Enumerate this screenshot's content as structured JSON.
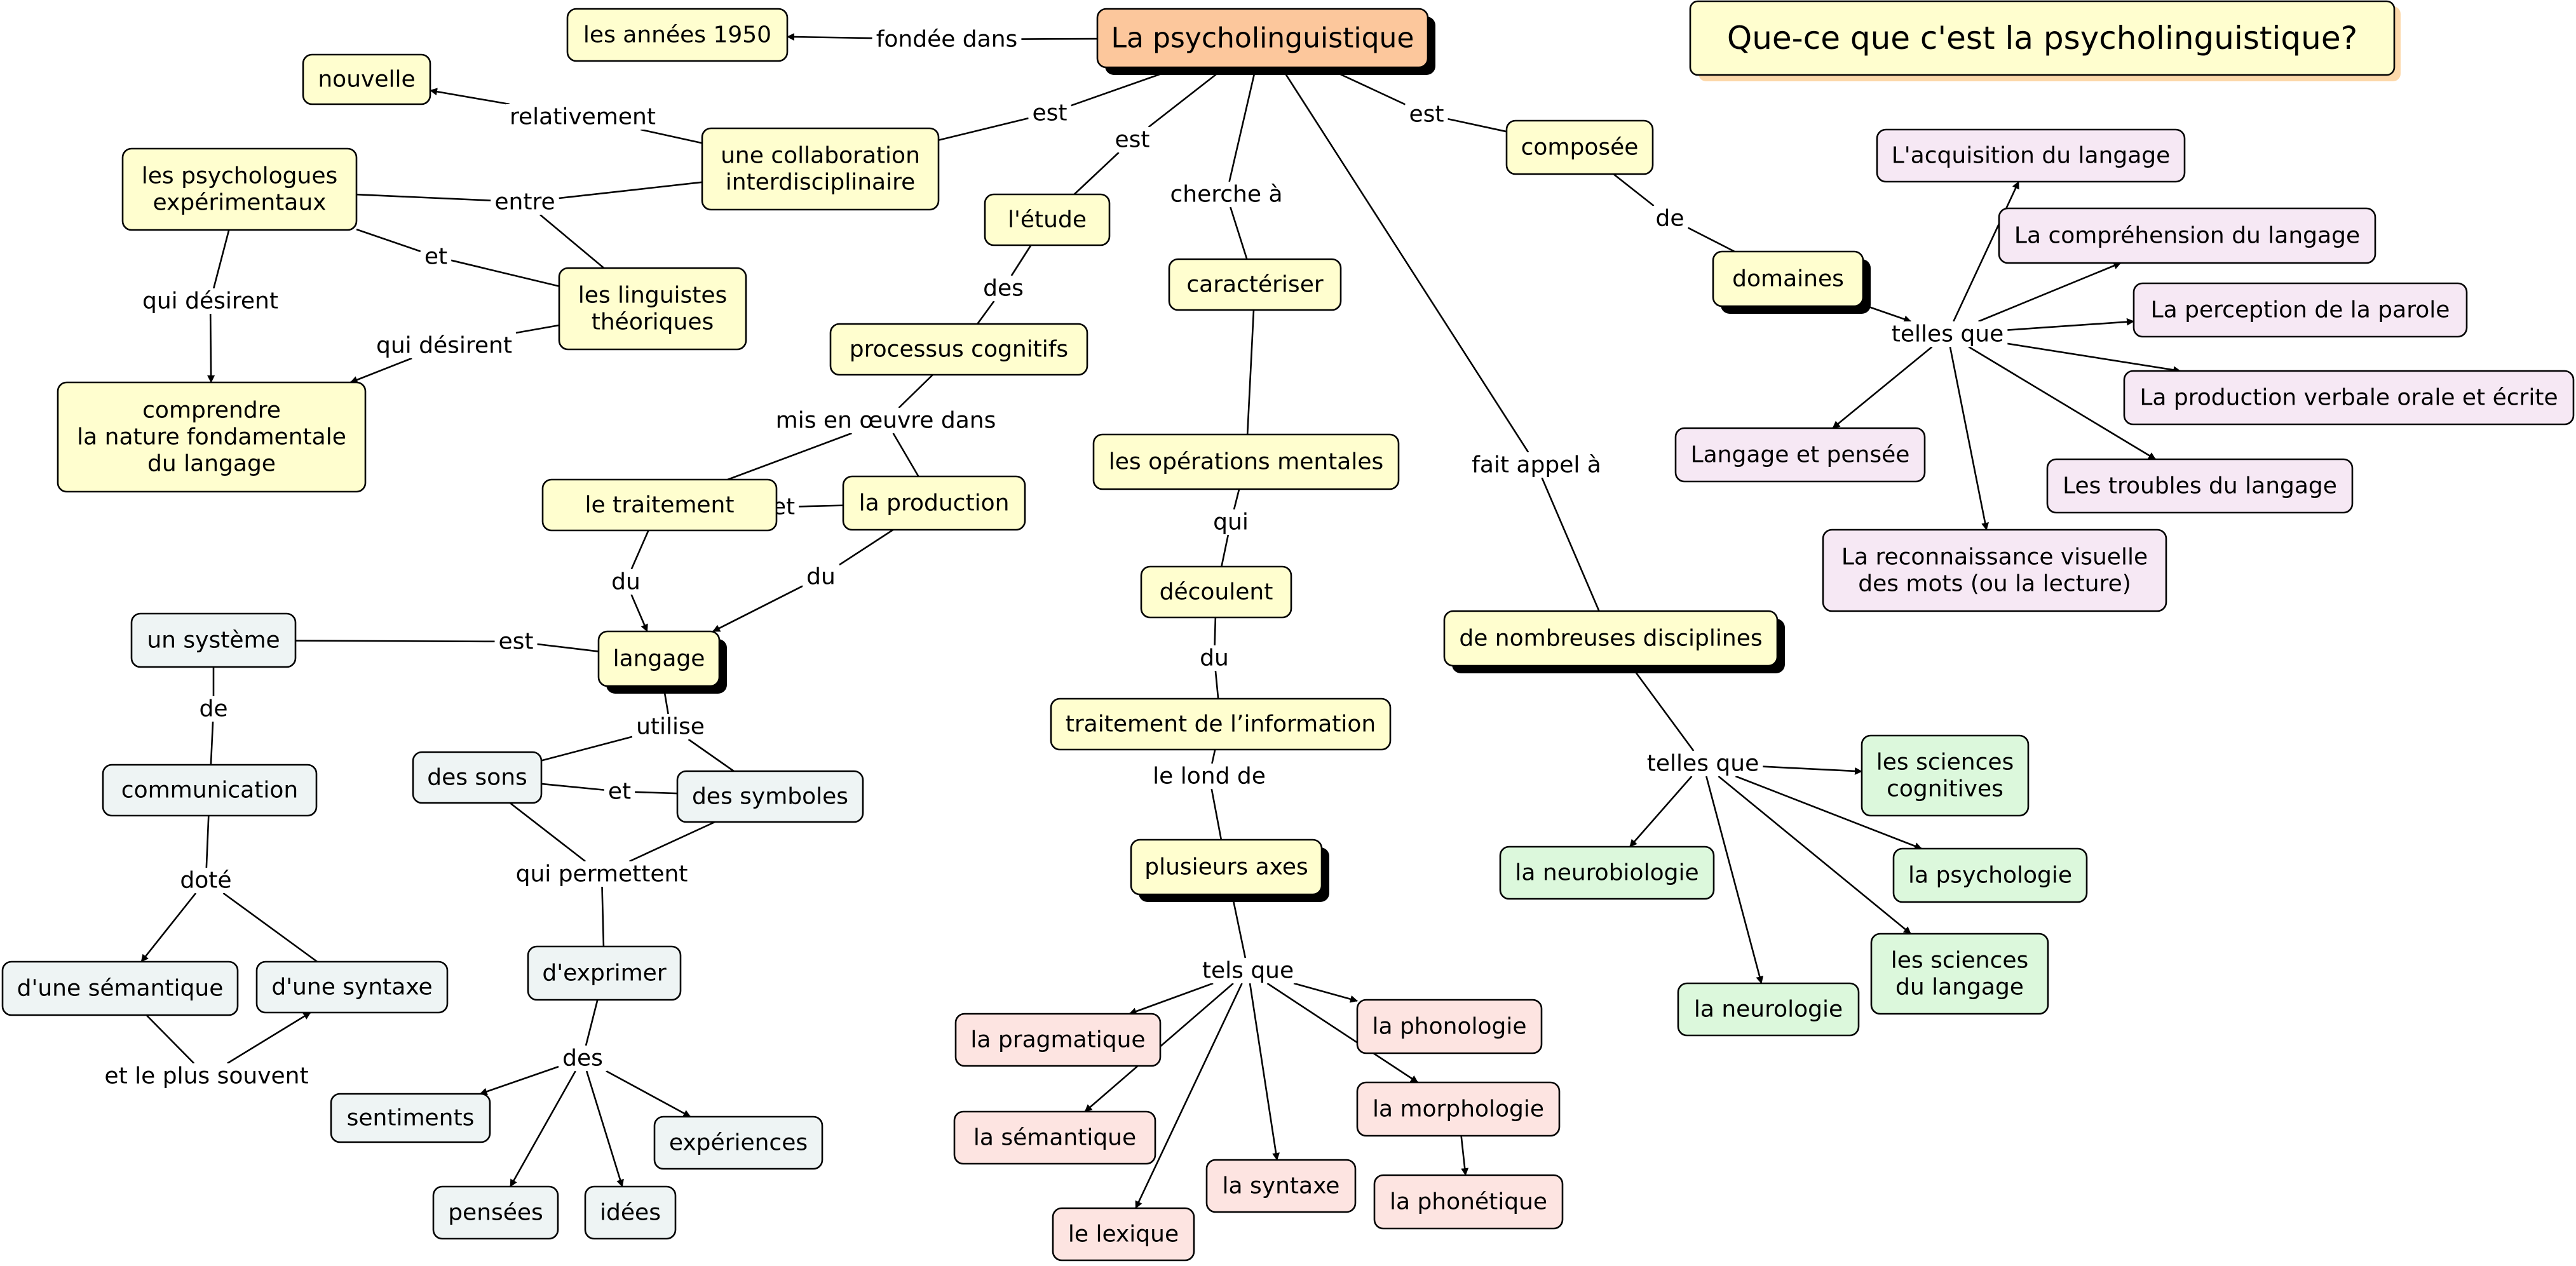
{
  "title": "Que-ce que c'est la psycholinguistique?",
  "colors": {
    "root": "#fcc79c",
    "yellow": "#fffecf",
    "title": "#fffecf",
    "pink": "#fde4e1",
    "lavender": "#f6e8f4",
    "green": "#dcf8dc",
    "blueGrey": "#eef4f4",
    "shadow": "#000000",
    "titleShadow": "#fcd8aa"
  },
  "concepts": [
    {
      "id": "root",
      "text": "La psycholinguistique",
      "color": "root",
      "shadow": true
    },
    {
      "id": "annees",
      "text": "les années 1950",
      "color": "yellow"
    },
    {
      "id": "nouvelle",
      "text": "nouvelle",
      "color": "yellow"
    },
    {
      "id": "collab",
      "text": "une collaboration\ninterdisciplinaire",
      "color": "yellow"
    },
    {
      "id": "psycho_exp",
      "text": "les psychologues\nexpérimentaux",
      "color": "yellow"
    },
    {
      "id": "linguistes",
      "text": "les linguistes\nthéoriques",
      "color": "yellow"
    },
    {
      "id": "comprendre",
      "text": "comprendre\nla nature fondamentale\ndu langage",
      "color": "yellow"
    },
    {
      "id": "etude",
      "text": "l'étude",
      "color": "yellow"
    },
    {
      "id": "processus",
      "text": "processus cognitifs",
      "color": "yellow"
    },
    {
      "id": "traitement",
      "text": "le traitement",
      "color": "yellow"
    },
    {
      "id": "production",
      "text": "la production",
      "color": "yellow"
    },
    {
      "id": "langage",
      "text": "langage",
      "color": "yellow",
      "shadow": true
    },
    {
      "id": "caracteriser",
      "text": "caractériser",
      "color": "yellow"
    },
    {
      "id": "operations",
      "text": "les opérations mentales",
      "color": "yellow"
    },
    {
      "id": "decoulent",
      "text": "découlent",
      "color": "yellow"
    },
    {
      "id": "traitement_info",
      "text": "traitement de l’information",
      "color": "yellow"
    },
    {
      "id": "axes",
      "text": "plusieurs axes",
      "color": "yellow",
      "shadow": true
    },
    {
      "id": "composee",
      "text": "composée",
      "color": "yellow"
    },
    {
      "id": "domaines",
      "text": "domaines",
      "color": "yellow",
      "shadow": true
    },
    {
      "id": "disciplines",
      "text": "de nombreuses disciplines",
      "color": "yellow",
      "shadow": true
    },
    {
      "id": "systeme",
      "text": "un système",
      "color": "blueGrey"
    },
    {
      "id": "communication",
      "text": "communication",
      "color": "blueGrey"
    },
    {
      "id": "semantique_b",
      "text": "d'une sémantique",
      "color": "blueGrey"
    },
    {
      "id": "syntaxe_b",
      "text": "d'une syntaxe",
      "color": "blueGrey"
    },
    {
      "id": "sons",
      "text": "des sons",
      "color": "blueGrey"
    },
    {
      "id": "symboles",
      "text": "des symboles",
      "color": "blueGrey"
    },
    {
      "id": "exprimer",
      "text": "d'exprimer",
      "color": "blueGrey"
    },
    {
      "id": "sentiments",
      "text": "sentiments",
      "color": "blueGrey"
    },
    {
      "id": "pensees",
      "text": "pensées",
      "color": "blueGrey"
    },
    {
      "id": "idees",
      "text": "idées",
      "color": "blueGrey"
    },
    {
      "id": "experiences",
      "text": "expériences",
      "color": "blueGrey"
    },
    {
      "id": "pragmatique",
      "text": "la pragmatique",
      "color": "pink"
    },
    {
      "id": "semantique_p",
      "text": "la sémantique",
      "color": "pink"
    },
    {
      "id": "lexique",
      "text": "le lexique",
      "color": "pink"
    },
    {
      "id": "syntaxe_p",
      "text": "la syntaxe",
      "color": "pink"
    },
    {
      "id": "phonologie",
      "text": "la phonologie",
      "color": "pink"
    },
    {
      "id": "morphologie",
      "text": "la morphologie",
      "color": "pink"
    },
    {
      "id": "phonetique",
      "text": "la phonétique",
      "color": "pink"
    },
    {
      "id": "acquisition",
      "text": "L'acquisition du langage",
      "color": "lavender"
    },
    {
      "id": "comprehension",
      "text": "La compréhension du langage",
      "color": "lavender"
    },
    {
      "id": "perception",
      "text": "La perception de la parole",
      "color": "lavender"
    },
    {
      "id": "production_vo",
      "text": "La production verbale orale et écrite",
      "color": "lavender"
    },
    {
      "id": "troubles",
      "text": "Les troubles du langage",
      "color": "lavender"
    },
    {
      "id": "reconnaissance",
      "text": "La reconnaissance visuelle\ndes mots (ou la lecture)",
      "color": "lavender"
    },
    {
      "id": "langage_pensee",
      "text": "Langage et pensée",
      "color": "lavender"
    },
    {
      "id": "sciences_cog",
      "text": "les sciences\ncognitives",
      "color": "green"
    },
    {
      "id": "psychologie",
      "text": "la psychologie",
      "color": "green"
    },
    {
      "id": "sciences_lang",
      "text": "les sciences\ndu langage",
      "color": "green"
    },
    {
      "id": "neurologie",
      "text": "la neurologie",
      "color": "green"
    },
    {
      "id": "neurobiologie",
      "text": "la neurobiologie",
      "color": "green"
    }
  ],
  "linking_phrases": [
    {
      "id": "l_fondee",
      "text": "fondée dans"
    },
    {
      "id": "l_est1",
      "text": "est"
    },
    {
      "id": "l_relativement",
      "text": "relativement"
    },
    {
      "id": "l_entre",
      "text": "entre"
    },
    {
      "id": "l_et1",
      "text": "et"
    },
    {
      "id": "l_quidesirent1",
      "text": "qui désirent"
    },
    {
      "id": "l_quidesirent2",
      "text": "qui désirent"
    },
    {
      "id": "l_est2",
      "text": "est"
    },
    {
      "id": "l_des1",
      "text": "des"
    },
    {
      "id": "l_mis",
      "text": "mis en œuvre dans"
    },
    {
      "id": "l_et2",
      "text": "et"
    },
    {
      "id": "l_du1",
      "text": "du"
    },
    {
      "id": "l_du2",
      "text": "du"
    },
    {
      "id": "l_cherche",
      "text": "cherche à"
    },
    {
      "id": "l_qui",
      "text": "qui"
    },
    {
      "id": "l_du3",
      "text": "du"
    },
    {
      "id": "l_lelond",
      "text": "le lond de"
    },
    {
      "id": "l_telsque",
      "text": "tels que"
    },
    {
      "id": "l_est3",
      "text": "est"
    },
    {
      "id": "l_de1",
      "text": "de"
    },
    {
      "id": "l_tellesque1",
      "text": "telles que"
    },
    {
      "id": "l_faitappel",
      "text": "fait appel à"
    },
    {
      "id": "l_tellesque2",
      "text": "telles que"
    },
    {
      "id": "l_est4",
      "text": "est"
    },
    {
      "id": "l_de2",
      "text": "de"
    },
    {
      "id": "l_dote",
      "text": "doté"
    },
    {
      "id": "l_etleplus",
      "text": "et le plus souvent"
    },
    {
      "id": "l_utilise",
      "text": "utilise"
    },
    {
      "id": "l_et3",
      "text": "et"
    },
    {
      "id": "l_quipermettent",
      "text": "qui permettent"
    },
    {
      "id": "l_des2",
      "text": "des"
    }
  ],
  "connections": [
    [
      "root",
      "l_fondee",
      false
    ],
    [
      "l_fondee",
      "annees",
      true
    ],
    [
      "root",
      "l_est1",
      false
    ],
    [
      "l_est1",
      "collab",
      false
    ],
    [
      "collab",
      "l_relativement",
      false
    ],
    [
      "l_relativement",
      "nouvelle",
      true
    ],
    [
      "collab",
      "l_entre",
      false
    ],
    [
      "l_entre",
      "psycho_exp",
      false
    ],
    [
      "l_entre",
      "linguistes",
      false
    ],
    [
      "psycho_exp",
      "l_et1",
      false
    ],
    [
      "l_et1",
      "linguistes",
      false
    ],
    [
      "psycho_exp",
      "l_quidesirent1",
      false
    ],
    [
      "l_quidesirent1",
      "comprendre",
      true
    ],
    [
      "linguistes",
      "l_quidesirent2",
      false
    ],
    [
      "l_quidesirent2",
      "comprendre",
      true
    ],
    [
      "root",
      "l_est2",
      false
    ],
    [
      "l_est2",
      "etude",
      false
    ],
    [
      "etude",
      "l_des1",
      false
    ],
    [
      "l_des1",
      "processus",
      false
    ],
    [
      "processus",
      "l_mis",
      false
    ],
    [
      "l_mis",
      "traitement",
      false
    ],
    [
      "l_mis",
      "production",
      false
    ],
    [
      "traitement",
      "l_et2",
      false
    ],
    [
      "l_et2",
      "production",
      false
    ],
    [
      "traitement",
      "l_du1",
      false
    ],
    [
      "l_du1",
      "langage",
      true
    ],
    [
      "production",
      "l_du2",
      false
    ],
    [
      "l_du2",
      "langage",
      true
    ],
    [
      "root",
      "l_cherche",
      false
    ],
    [
      "l_cherche",
      "caracteriser",
      false
    ],
    [
      "caracteriser",
      "operations",
      false
    ],
    [
      "operations",
      "l_qui",
      false
    ],
    [
      "l_qui",
      "decoulent",
      false
    ],
    [
      "decoulent",
      "l_du3",
      false
    ],
    [
      "l_du3",
      "traitement_info",
      false
    ],
    [
      "traitement_info",
      "l_lelond",
      false
    ],
    [
      "l_lelond",
      "axes",
      false
    ],
    [
      "axes",
      "l_telsque",
      false
    ],
    [
      "l_telsque",
      "pragmatique",
      true
    ],
    [
      "l_telsque",
      "semantique_p",
      true
    ],
    [
      "l_telsque",
      "lexique",
      true
    ],
    [
      "l_telsque",
      "syntaxe_p",
      true
    ],
    [
      "l_telsque",
      "phonologie",
      true
    ],
    [
      "l_telsque",
      "morphologie",
      true
    ],
    [
      "morphologie",
      "phonetique",
      true
    ],
    [
      "root",
      "l_est3",
      false
    ],
    [
      "l_est3",
      "composee",
      false
    ],
    [
      "composee",
      "l_de1",
      false
    ],
    [
      "l_de1",
      "domaines",
      false
    ],
    [
      "domaines",
      "l_tellesque1",
      true
    ],
    [
      "l_tellesque1",
      "acquisition",
      true
    ],
    [
      "l_tellesque1",
      "comprehension",
      true
    ],
    [
      "l_tellesque1",
      "perception",
      true
    ],
    [
      "l_tellesque1",
      "production_vo",
      true
    ],
    [
      "l_tellesque1",
      "troubles",
      true
    ],
    [
      "l_tellesque1",
      "reconnaissance",
      true
    ],
    [
      "l_tellesque1",
      "langage_pensee",
      true
    ],
    [
      "root",
      "l_faitappel",
      false
    ],
    [
      "l_faitappel",
      "disciplines",
      false
    ],
    [
      "disciplines",
      "l_tellesque2",
      false
    ],
    [
      "l_tellesque2",
      "sciences_cog",
      true
    ],
    [
      "l_tellesque2",
      "psychologie",
      true
    ],
    [
      "l_tellesque2",
      "sciences_lang",
      true
    ],
    [
      "l_tellesque2",
      "neurologie",
      true
    ],
    [
      "l_tellesque2",
      "neurobiologie",
      true
    ],
    [
      "langage",
      "l_est4",
      false
    ],
    [
      "l_est4",
      "systeme",
      false
    ],
    [
      "systeme",
      "l_de2",
      false
    ],
    [
      "l_de2",
      "communication",
      false
    ],
    [
      "communication",
      "l_dote",
      false
    ],
    [
      "l_dote",
      "semantique_b",
      true
    ],
    [
      "l_dote",
      "syntaxe_b",
      false
    ],
    [
      "semantique_b",
      "l_etleplus",
      false
    ],
    [
      "l_etleplus",
      "syntaxe_b",
      true
    ],
    [
      "langage",
      "l_utilise",
      false
    ],
    [
      "l_utilise",
      "sons",
      false
    ],
    [
      "l_utilise",
      "symboles",
      false
    ],
    [
      "sons",
      "l_et3",
      false
    ],
    [
      "l_et3",
      "symboles",
      false
    ],
    [
      "sons",
      "l_quipermettent",
      false
    ],
    [
      "symboles",
      "l_quipermettent",
      false
    ],
    [
      "l_quipermettent",
      "exprimer",
      false
    ],
    [
      "exprimer",
      "l_des2",
      false
    ],
    [
      "l_des2",
      "sentiments",
      true
    ],
    [
      "l_des2",
      "pensees",
      true
    ],
    [
      "l_des2",
      "idees",
      true
    ],
    [
      "l_des2",
      "experiences",
      true
    ]
  ]
}
